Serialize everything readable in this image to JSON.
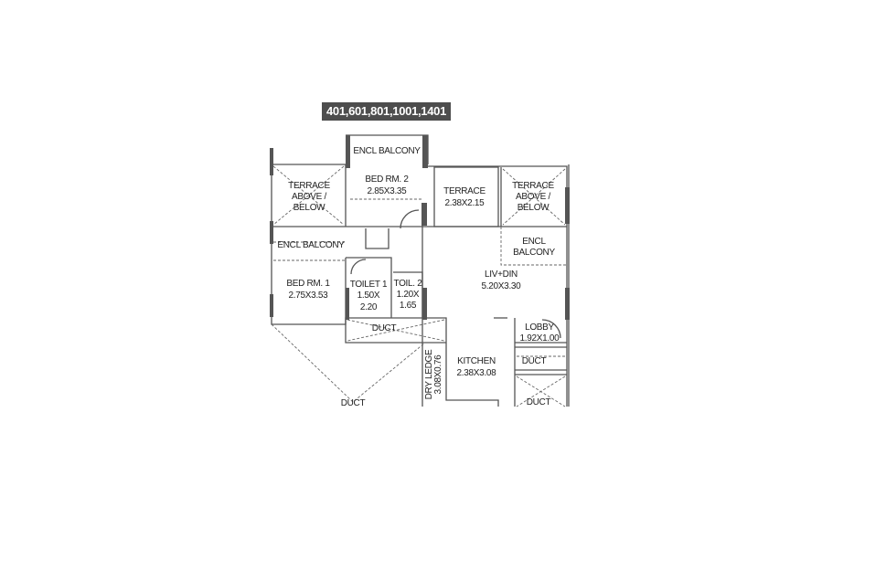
{
  "unit_numbers": "401,601,801,1001,1401",
  "rooms": {
    "encl_balcony_top": {
      "name": "ENCL BALCONY"
    },
    "terrace_left": {
      "line1": "TERRACE",
      "line2": "ABOVE /",
      "line3": "BELOW"
    },
    "bed_room_2": {
      "name": "BED RM. 2",
      "size": "2.85X3.35"
    },
    "terrace_middle": {
      "name": "TERRACE",
      "size": "2.38X2.15"
    },
    "terrace_right": {
      "line1": "TERRACE",
      "line2": "ABOVE /",
      "line3": "BELOW"
    },
    "encl_balcony_left": {
      "name": "ENCL BALCONY"
    },
    "encl_balcony_right": {
      "line1": "ENCL",
      "line2": "BALCONY"
    },
    "bed_room_1": {
      "name": "BED RM. 1",
      "size": "2.75X3.53"
    },
    "toilet_1": {
      "name": "TOILET 1",
      "size1": "1.50X",
      "size2": "2.20"
    },
    "toilet_2": {
      "name": "TOIL. 2",
      "size1": "1.20X",
      "size2": "1.65"
    },
    "living_dining": {
      "name": "LIV+DIN",
      "size": "5.20X3.30"
    },
    "duct_small": {
      "name": "DUCT"
    },
    "lobby": {
      "name": "LOBBY",
      "size": "1.92X1.00"
    },
    "duct_right": {
      "name": "DUCT"
    },
    "kitchen": {
      "name": "KITCHEN",
      "size": "2.38X3.08"
    },
    "dry_ledge": {
      "name": "DRY LEDGE",
      "size": "3.08X0.76"
    },
    "duct_bottom": {
      "name": "DUCT"
    },
    "duct_bottom_right": {
      "name": "DUCT"
    }
  }
}
